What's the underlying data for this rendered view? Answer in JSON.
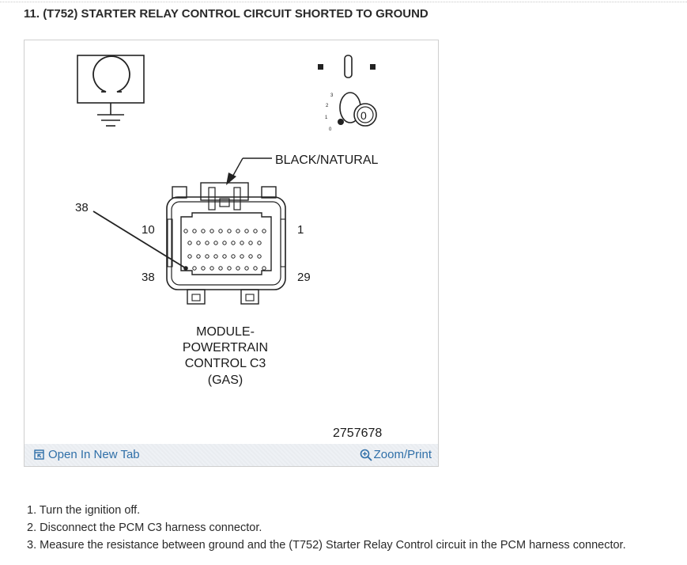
{
  "title": "11. (T752) STARTER RELAY CONTROL CIRCUIT SHORTED TO GROUND",
  "diagram": {
    "connector_color_label": "BLACK/NATURAL",
    "pin_label_38_outer": "38",
    "pin_label_10": "10",
    "pin_label_38_inner": "38",
    "pin_label_1": "1",
    "pin_label_29": "29",
    "module_label_lines": [
      "MODULE-",
      "POWERTRAIN",
      "CONTROL C3",
      "(GAS)"
    ],
    "figure_id": "2757678",
    "ignition_positions": [
      "3",
      "2",
      "1",
      "0"
    ],
    "ignition_key_label": "0"
  },
  "footer": {
    "open_tab_label": "Open In New Tab",
    "zoom_label": "Zoom/Print"
  },
  "steps": [
    "1. Turn the ignition off.",
    "2. Disconnect the PCM C3 harness connector.",
    "3. Measure the resistance between ground and the (T752) Starter Relay Control circuit in the PCM harness connector."
  ],
  "colors": {
    "link": "#2f6fa8",
    "footer_bg": "#eef1f5"
  }
}
